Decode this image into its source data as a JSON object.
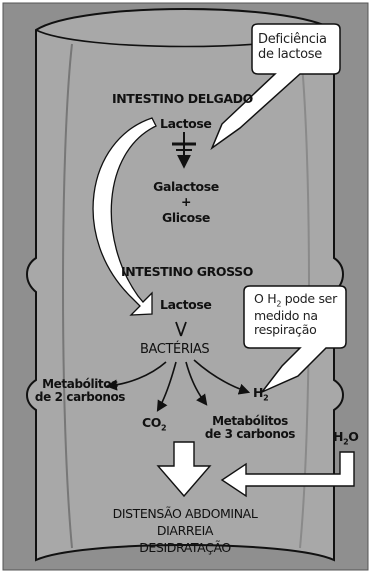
{
  "callouts": {
    "lactose_deficiency": "Deficiência\nde lactose",
    "h2_breath": {
      "prefix": "O H",
      "sub": "2",
      "suffix": " pode ser\nmedido na\nrespiração"
    }
  },
  "small_intestine": {
    "title": "INTESTINO DELGADO",
    "lactose": "Lactose",
    "galactose": "Galactose",
    "plus": "+",
    "glucose": "Glicose"
  },
  "large_intestine": {
    "title": "INTESTINO GROSSO",
    "lactose": "Lactose",
    "bacteria": "BACTÉRIAS",
    "metabolites_2c": "Metabólitos\nde 2 carbonos",
    "co2": {
      "base": "CO",
      "sub": "2"
    },
    "h2": {
      "base": "H",
      "sub": "2"
    },
    "metabolites_3c": "Metabólitos\nde 3 carbonos",
    "water": {
      "base": "H",
      "sub": "2",
      "suffix": "O"
    }
  },
  "outcomes": [
    "DISTENSÃO ABDOMINAL",
    "DIARREIA",
    "DESIDRATAÇÃO"
  ],
  "colors": {
    "background": "#8f8f8f",
    "intestine_fill": "#a8a8a8",
    "arrow_fill": "#ffffff",
    "outline": "#111111"
  }
}
